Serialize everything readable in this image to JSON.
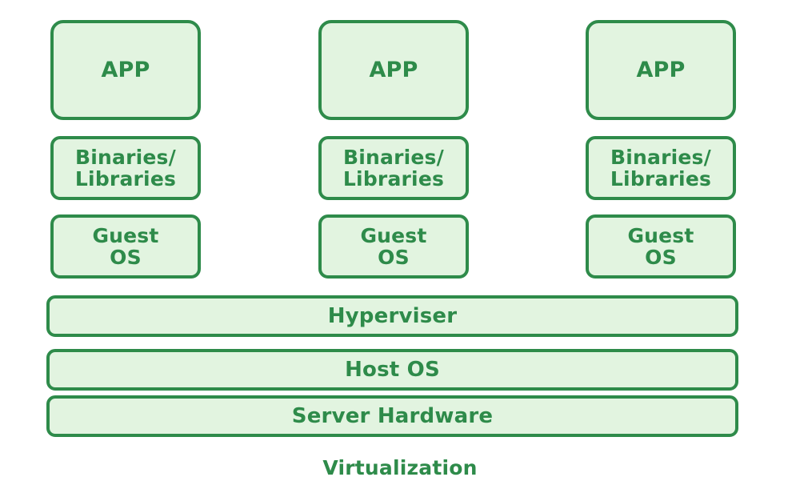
{
  "diagram": {
    "caption": "Virtualization",
    "colors": {
      "box_fill": "#e2f4e0",
      "box_border": "#2e8b4a",
      "text": "#2e8b4a",
      "background": "#ffffff"
    },
    "columns": [
      {
        "app": "APP",
        "binaries": "Binaries/\nLibraries",
        "guest_os": "Guest\nOS"
      },
      {
        "app": "APP",
        "binaries": "Binaries/\nLibraries",
        "guest_os": "Guest\nOS"
      },
      {
        "app": "APP",
        "binaries": "Binaries/\nLibraries",
        "guest_os": "Guest\nOS"
      }
    ],
    "layers": {
      "hypervisor": "Hyperviser",
      "host_os": "Host OS",
      "server_hardware": "Server Hardware"
    }
  }
}
